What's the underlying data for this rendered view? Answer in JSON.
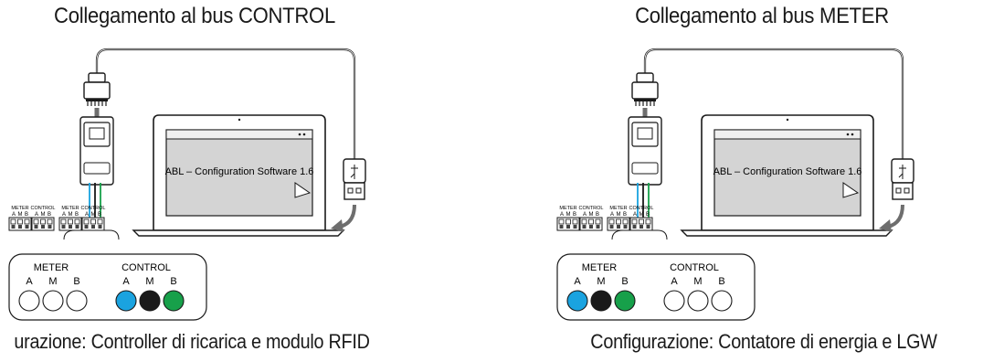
{
  "panels": [
    {
      "title": "Collegamento al bus CONTROL",
      "software_label": "ABL – Configuration Software 1.6",
      "caption": "urazione: Controller di ricarica e modulo RFID",
      "connector_block_labels": [
        "METER",
        "CONTROL",
        "METER",
        "CONTROL"
      ],
      "terminal_letters": [
        "A",
        "M",
        "B"
      ],
      "legend": {
        "meter_label": "METER",
        "control_label": "CONTROL",
        "letters": [
          "A",
          "M",
          "B"
        ],
        "meter_colors": [
          "#ffffff",
          "#ffffff",
          "#ffffff"
        ],
        "control_colors": [
          "#1aa3e0",
          "#1a1a1a",
          "#17a04a"
        ]
      }
    },
    {
      "title": "Collegamento al bus METER",
      "software_label": "ABL – Configuration Software 1.6",
      "caption": "Configurazione: Contatore di energia e LGW",
      "connector_block_labels": [
        "METER",
        "CONTROL",
        "METER",
        "CONTROL"
      ],
      "terminal_letters": [
        "A",
        "M",
        "B"
      ],
      "legend": {
        "meter_label": "METER",
        "control_label": "CONTROL",
        "letters": [
          "A",
          "M",
          "B"
        ],
        "meter_colors": [
          "#1aa3e0",
          "#1a1a1a",
          "#17a04a"
        ],
        "control_colors": [
          "#ffffff",
          "#ffffff",
          "#ffffff"
        ]
      }
    }
  ],
  "colors": {
    "wire_a": "#1aa3e0",
    "wire_m": "#1a1a1a",
    "wire_b": "#17a04a",
    "screen_fill": "#d4d4d4",
    "line": "#1a1a1a",
    "arrow": "#6e6e6e"
  }
}
